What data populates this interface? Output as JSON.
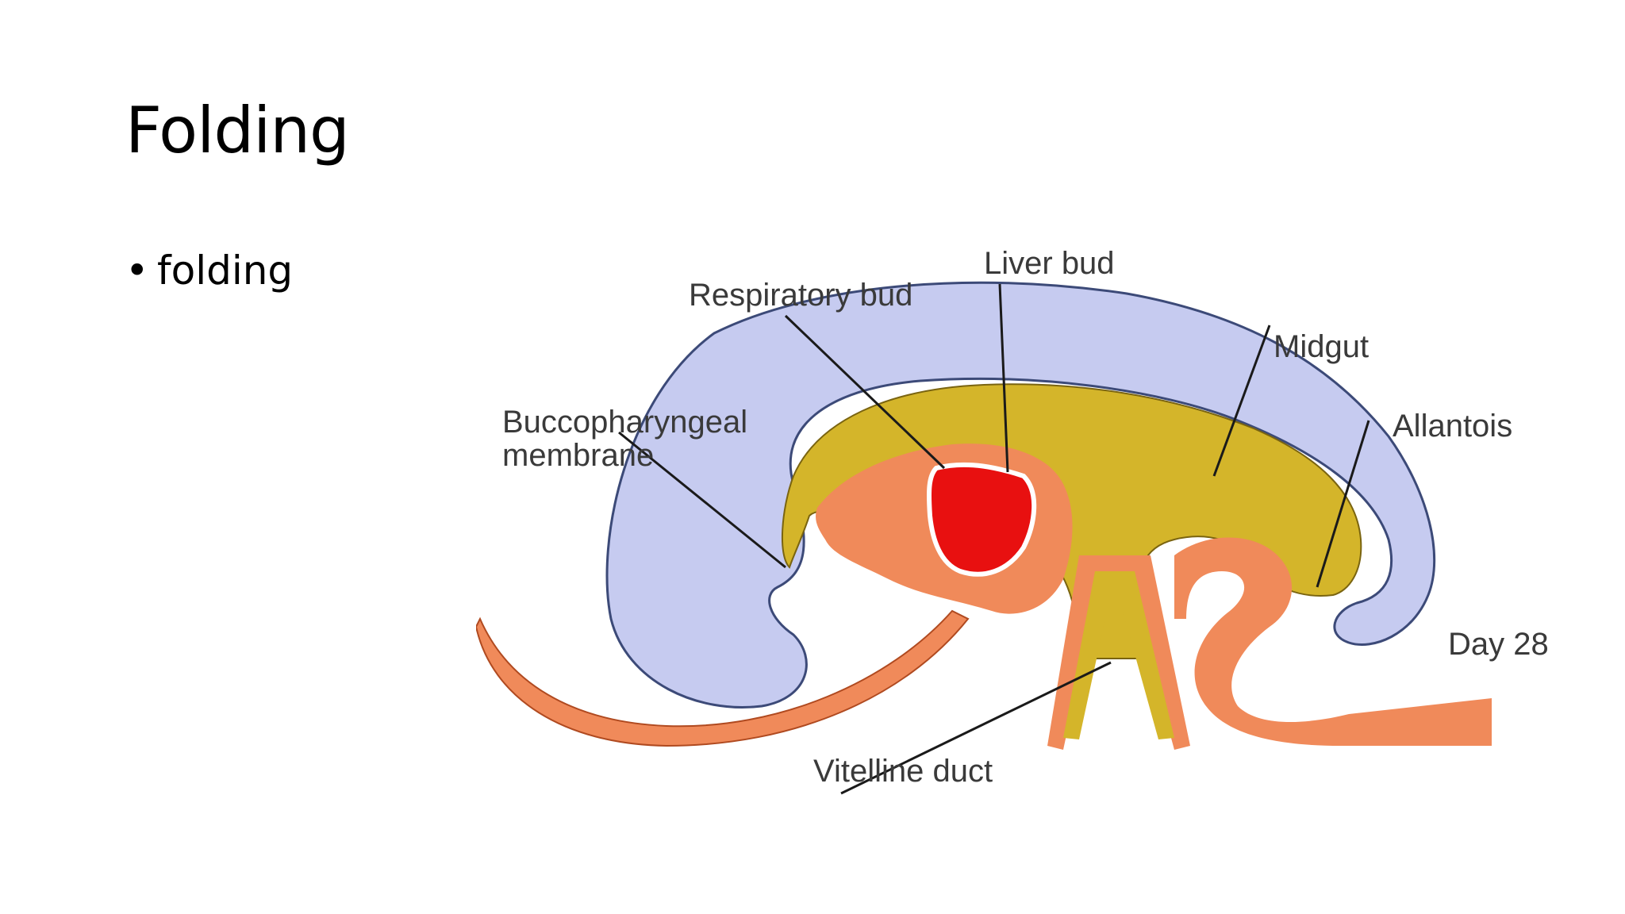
{
  "slide": {
    "title": "Folding",
    "bullets": [
      {
        "marker": "•",
        "text": "folding"
      }
    ]
  },
  "figure": {
    "labels": {
      "liver_bud": "Liver bud",
      "respiratory_bud": "Respiratory bud",
      "midgut": "Midgut",
      "buccopharyngeal_line1": "Buccopharyngeal",
      "buccopharyngeal_line2": "membrane",
      "allantois": "Allantois",
      "day": "Day 28",
      "vitelline_duct": "Vitelline duct"
    },
    "colors": {
      "amnion": "#c6cbf0",
      "amnion_outline": "#3c4a78",
      "endoderm": "#d4b52a",
      "mesoderm": "#f08a5a",
      "heart": "#e81010",
      "line": "#1a1a1a"
    }
  }
}
